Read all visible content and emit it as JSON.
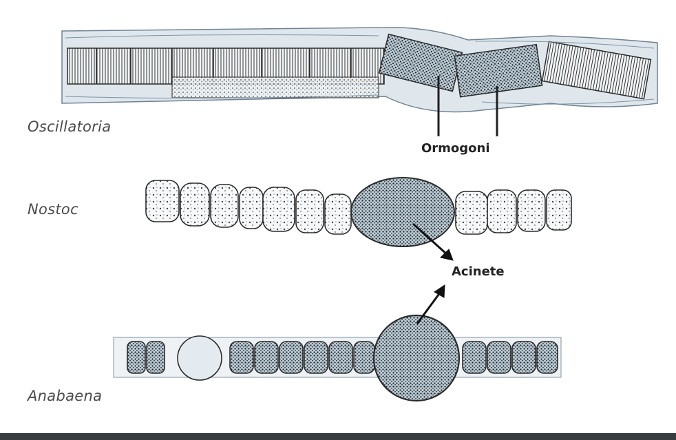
{
  "labels": {
    "oscillatoria": "Oscillatoria",
    "nostoc": "Nostoc",
    "anabaena": "Anabaena",
    "ormogoni": "Ormogoni",
    "acinete": "Acinete"
  },
  "colors": {
    "ink": "#2b2b2b",
    "cell_fill": "#e9eef2",
    "sheath": "#cdd8e0",
    "highlight": "#9fb8c8",
    "bottom_bar": "#3a3d40"
  }
}
